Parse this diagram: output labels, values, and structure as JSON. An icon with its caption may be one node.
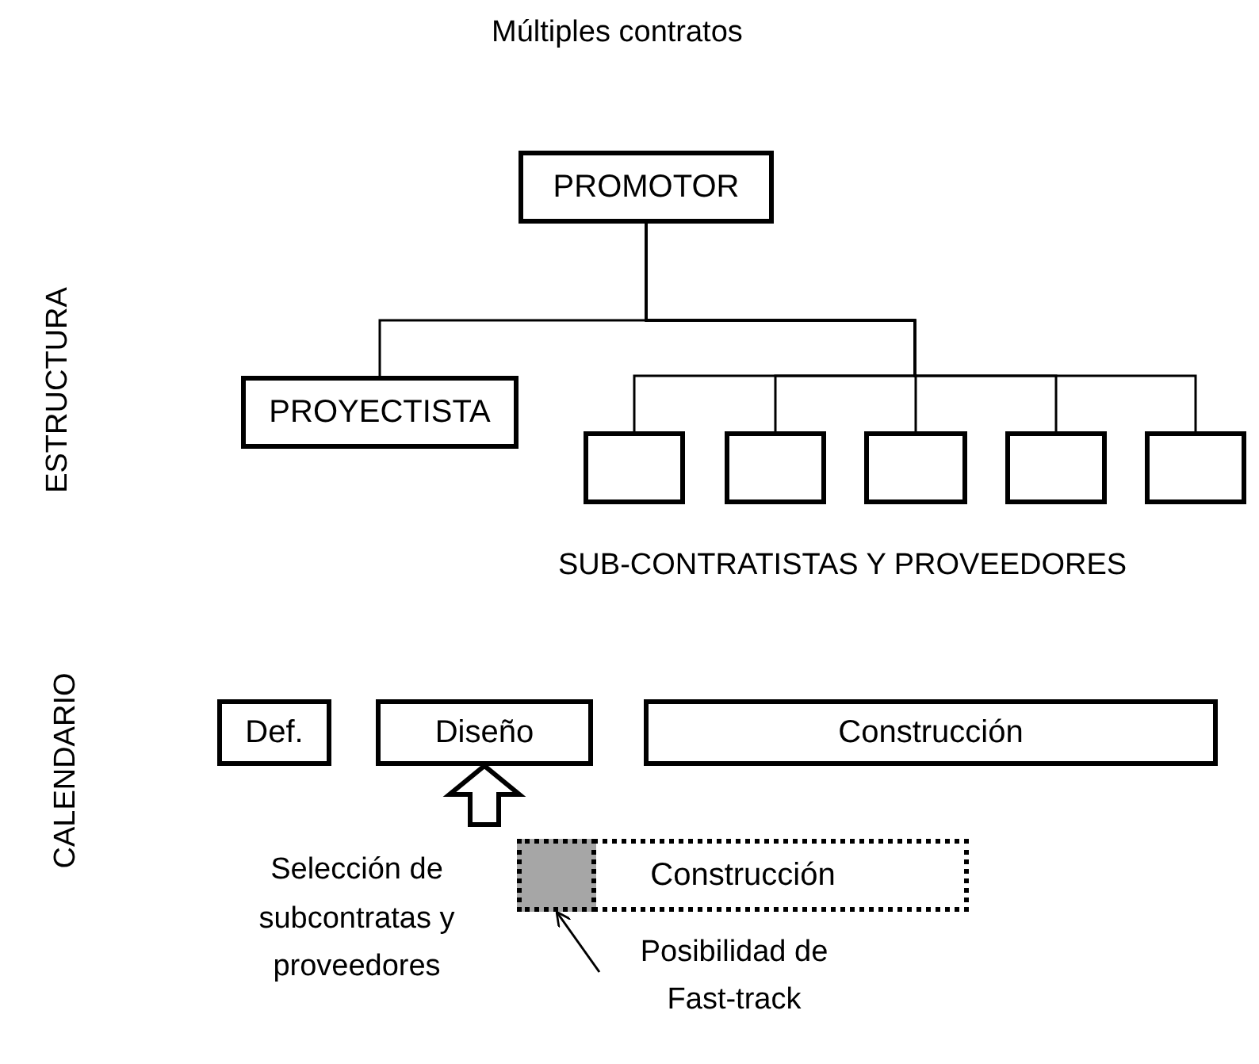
{
  "diagram": {
    "title": "Múltiples contratos",
    "nodes": [
      {
        "text": [
          "PROMOTOR"
        ]
      },
      {
        "text": [
          "PROYECTISTA"
        ]
      },
      {
        "text": [],
        "shape": "box"
      },
      {
        "text": [],
        "shape": "box"
      },
      {
        "text": [],
        "shape": "box"
      },
      {
        "text": [],
        "shape": "box"
      },
      {
        "text": [],
        "shape": "box"
      },
      {
        "text": [
          "Def."
        ]
      },
      {
        "text": [
          "Diseño"
        ]
      },
      {
        "text": [
          "Construcción"
        ]
      },
      {
        "text": [
          "Selección de subcontratas y proveedores"
        ]
      },
      {
        "text": [
          "Construcción"
        ]
      },
      {
        "text": [],
        "shape": "box",
        "in": 11
      },
      {
        "text": [
          "Posibilidad de Fast-track"
        ]
      }
    ],
    "edges": [
      {
        "from": 0,
        "to": 1,
        "arrow": "none"
      },
      {
        "from": 0,
        "to": 2,
        "arrow": "none"
      },
      {
        "from": 0,
        "to": 3,
        "arrow": "none"
      },
      {
        "from": 0,
        "to": 4,
        "arrow": "none"
      },
      {
        "from": 0,
        "to": 5,
        "arrow": "none"
      },
      {
        "from": 0,
        "to": 6,
        "arrow": "none"
      },
      {
        "from": 10,
        "to": 8,
        "arrow": "to",
        "style": "thick"
      },
      {
        "from": 13,
        "to": 12,
        "arrow": "to"
      }
    ],
    "labels": [
      "ESTRUCTURA",
      "SUB-CONTRATISTAS Y PROVEEDORES",
      "CALENDARIO"
    ]
  }
}
